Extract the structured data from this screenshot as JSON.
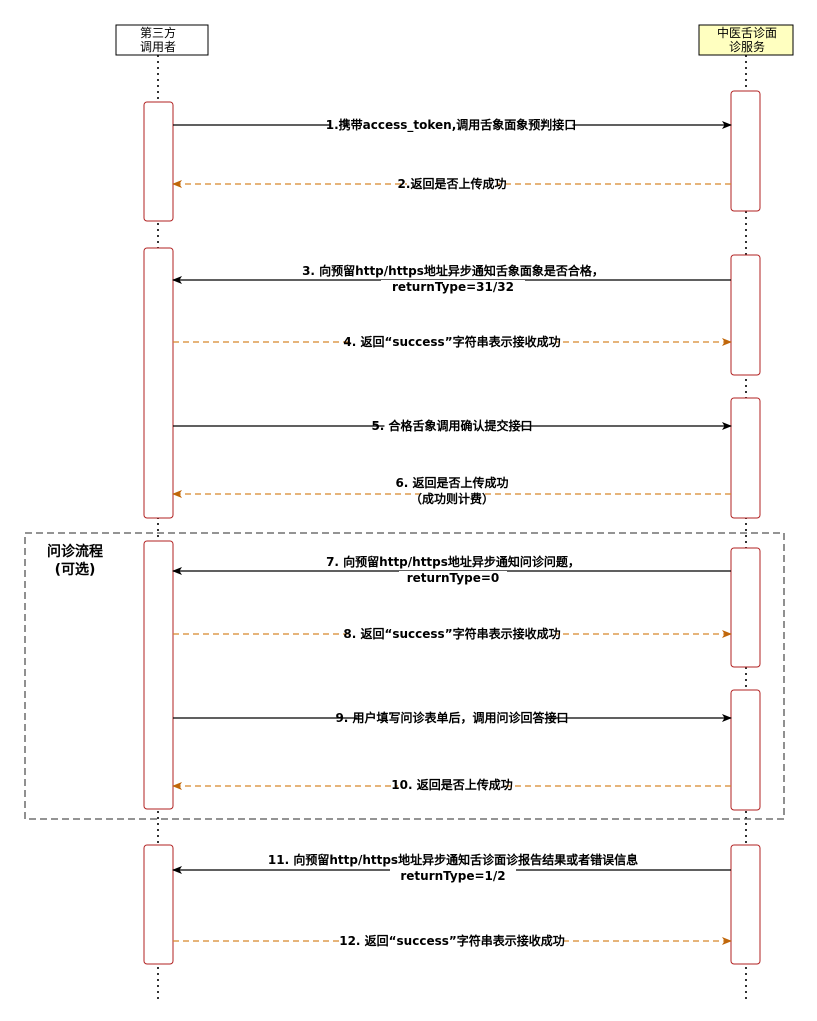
{
  "diagram": {
    "actors": [
      {
        "id": "caller",
        "lines": [
          "第三方",
          "调用者"
        ],
        "fill": "#ffffff"
      },
      {
        "id": "service",
        "lines": [
          "中医舌诊面",
          "诊服务"
        ],
        "fill": "#ffffc0"
      }
    ],
    "frame": {
      "lines": [
        "问诊流程",
        "(可选)"
      ]
    },
    "messages": [
      {
        "id": "m1",
        "lines": [
          "1.携带access_token,调用舌象面象预判接口"
        ]
      },
      {
        "id": "m2",
        "lines": [
          "2.返回是否上传成功"
        ]
      },
      {
        "id": "m3",
        "lines": [
          "3. 向预留http/https地址异步通知舌象面象是否合格，",
          "returnType=31/32"
        ]
      },
      {
        "id": "m4",
        "lines": [
          "4. 返回“success”字符串表示接收成功"
        ]
      },
      {
        "id": "m5",
        "lines": [
          "5. 合格舌象调用确认提交接口"
        ]
      },
      {
        "id": "m6",
        "lines": [
          "6. 返回是否上传成功",
          "（成功则计费）"
        ]
      },
      {
        "id": "m7",
        "lines": [
          "7. 向预留http/https地址异步通知问诊问题，",
          "returnType=0"
        ]
      },
      {
        "id": "m8",
        "lines": [
          "8. 返回“success”字符串表示接收成功"
        ]
      },
      {
        "id": "m9",
        "lines": [
          "9. 用户填写问诊表单后，调用问诊回答接口"
        ]
      },
      {
        "id": "m10",
        "lines": [
          "10. 返回是否上传成功"
        ]
      },
      {
        "id": "m11",
        "lines": [
          "11. 向预留http/https地址异步通知舌诊面诊报告结果或者错误信息",
          "returnType=1/2"
        ]
      },
      {
        "id": "m12",
        "lines": [
          "12. 返回“success”字符串表示接收成功"
        ]
      }
    ],
    "colors": {
      "line": "#000000",
      "reply": "#d7862b",
      "reply_head": "#c0660a",
      "activation_border": "#b22222",
      "frame_border": "#555555"
    }
  }
}
